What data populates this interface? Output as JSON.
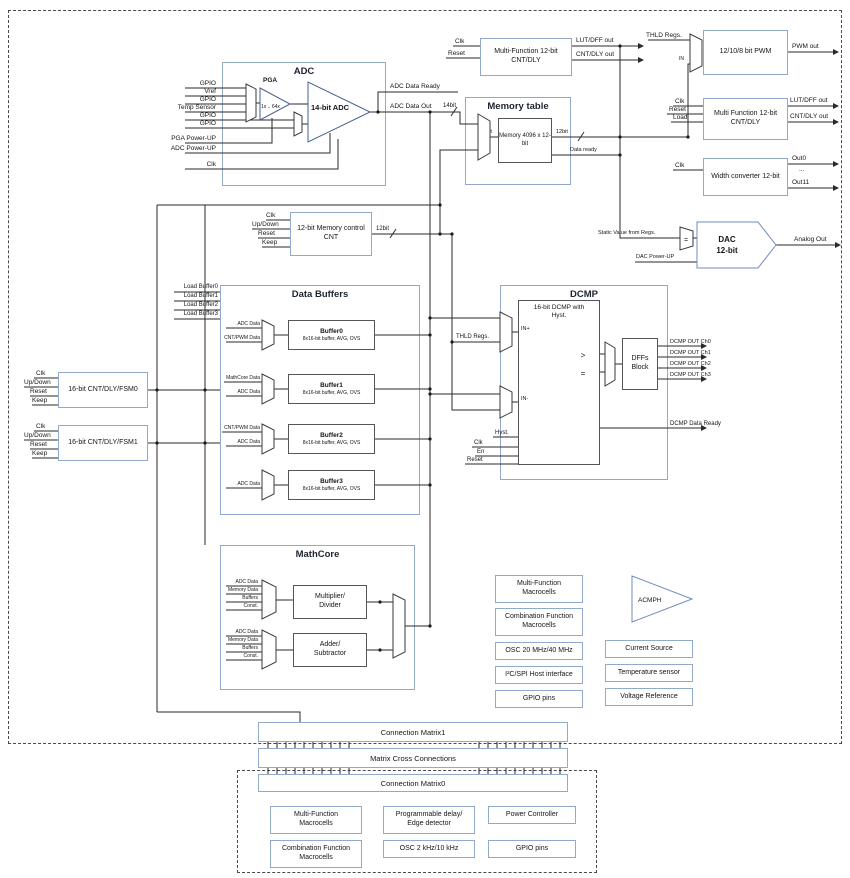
{
  "adc": {
    "title": "ADC",
    "pga": "PGA",
    "pga_range": "1x .. 64x",
    "core": "14-bit ADC",
    "pins": {
      "gpio_a": "GPIO",
      "vref": "Vref",
      "gpio_b": "GPIO",
      "temp": "Temp Sensor",
      "gpio_c": "GPIO",
      "gpio_d": "GPIO",
      "pga_pwr": "PGA Power-UP",
      "adc_pwr": "ADC Power-UP",
      "clk": "Clk"
    },
    "out_ready": "ADC Data Ready",
    "out_data": "ADC Data Out",
    "bus14": "14bit"
  },
  "memory": {
    "title": "Memory table",
    "core": "Memory 4096 x 12-bit",
    "bus_in": "12bit",
    "bus_out": "12bit",
    "data_ready": "Data ready"
  },
  "cnt_top": {
    "title": "Multi-Function 12-bit CNT/DLY",
    "clk": "Clk",
    "reset": "Reset",
    "lut_out": "LUT/DFF out",
    "cnt_out": "CNT/DLY out"
  },
  "pwm": {
    "title": "12/10/8 bit PWM",
    "thld": "THLD Regs.",
    "in": "IN",
    "out": "PWM out"
  },
  "cnt_right": {
    "title": "Multi Function 12-bit CNT/DLY",
    "clk": "Clk",
    "reset": "Reset",
    "load": "Load",
    "lut_out": "LUT/DFF out",
    "cnt_out": "CNT/DLY out"
  },
  "width_conv": {
    "title": "Width converter 12-bit",
    "clk": "Clk",
    "out0": "Out0",
    "ellipsis": "...",
    "out11": "Out11"
  },
  "dac": {
    "name": "DAC",
    "bits": "12-bit",
    "static_in": "Static Value from Regs.",
    "eq": "=",
    "pwr": "DAC Power-UP",
    "out": "Analog Out"
  },
  "mem_cnt": {
    "title": "12-bit Memory control CNT",
    "clk": "Clk",
    "updown": "Up/Down",
    "reset": "Reset",
    "keep": "Keep",
    "out": "12bit"
  },
  "buffers": {
    "title": "Data Buffers",
    "loads": [
      "Load Buffer0",
      "Load Buffer1",
      "Load Buffer2",
      "Load Buffer3"
    ],
    "rows": [
      {
        "name": "Buffer0",
        "desc": "8x16-bit buffer, AVG, OVS",
        "in1": "ADC Data",
        "in2": "CNT/PWM Data"
      },
      {
        "name": "Buffer1",
        "desc": "8x16-bit buffer, AVG, OVS",
        "in1": "MathCore Data",
        "in2": "ADC Data"
      },
      {
        "name": "Buffer2",
        "desc": "8x16-bit buffer, AVG, OVS",
        "in1": "CNT/PWM Data",
        "in2": "ADC Data"
      },
      {
        "name": "Buffer3",
        "desc": "8x16-bit buffer, AVG, OVS",
        "in1": "ADC Data"
      }
    ]
  },
  "fsm0": {
    "title": "16-bit CNT/DLY/FSM0",
    "clk": "Clk",
    "updown": "Up/Down",
    "reset": "Reset",
    "keep": "Keep"
  },
  "fsm1": {
    "title": "16-bit CNT/DLY/FSM1",
    "clk": "Clk",
    "updown": "Up/Down",
    "reset": "Reset",
    "keep": "Keep"
  },
  "dcmp": {
    "title": "DCMP",
    "core": "16-bit DCMP with Hyst.",
    "thld": "THLD Regs.",
    "in_p": "IN+",
    "in_m": "IN-",
    "gt": ">",
    "eq": "=",
    "dffs": "DFFs Block",
    "ch": [
      "DCMP OUT Ch0",
      "DCMP OUT Ch1",
      "DCMP OUT Ch2",
      "DCMP OUT Ch3"
    ],
    "data_ready": "DCMP Data Ready",
    "hyst": "Hyst.",
    "clk": "Clk",
    "en": "En",
    "reset": "Reset"
  },
  "mathcore": {
    "title": "MathCore",
    "mul": "Multiplier/ Divider",
    "add": "Adder/ Subtractor",
    "src": [
      "ADC Data",
      "Memory Data",
      "Buffers",
      "Const."
    ]
  },
  "mid": {
    "mf": "Multi-Function Macrocells",
    "cf": "Combination Function Macrocells",
    "osc": "OSC 20 MHz/40 MHz",
    "i2c": "I²C/SPI Host interface",
    "gpio": "GPIO pins",
    "acmph": "ACMPH",
    "cur": "Current Source",
    "temp": "Temperature sensor",
    "vref": "Voltage Reference"
  },
  "matrix": {
    "m1": "Connection Matrix1",
    "cross": "Matrix Cross Connections",
    "m0": "Connection Matrix0"
  },
  "bottom": {
    "mf": "Multi-Function Macrocells",
    "cf": "Combination Function Macrocells",
    "pd": "Programmable delay/ Edge detector",
    "osc": "OSC 2 kHz/10 kHz",
    "pc": "Power Controller",
    "gpio": "GPIO pins"
  },
  "colors": {
    "accent": "#93a9cc",
    "line": "#2a2a2a"
  }
}
